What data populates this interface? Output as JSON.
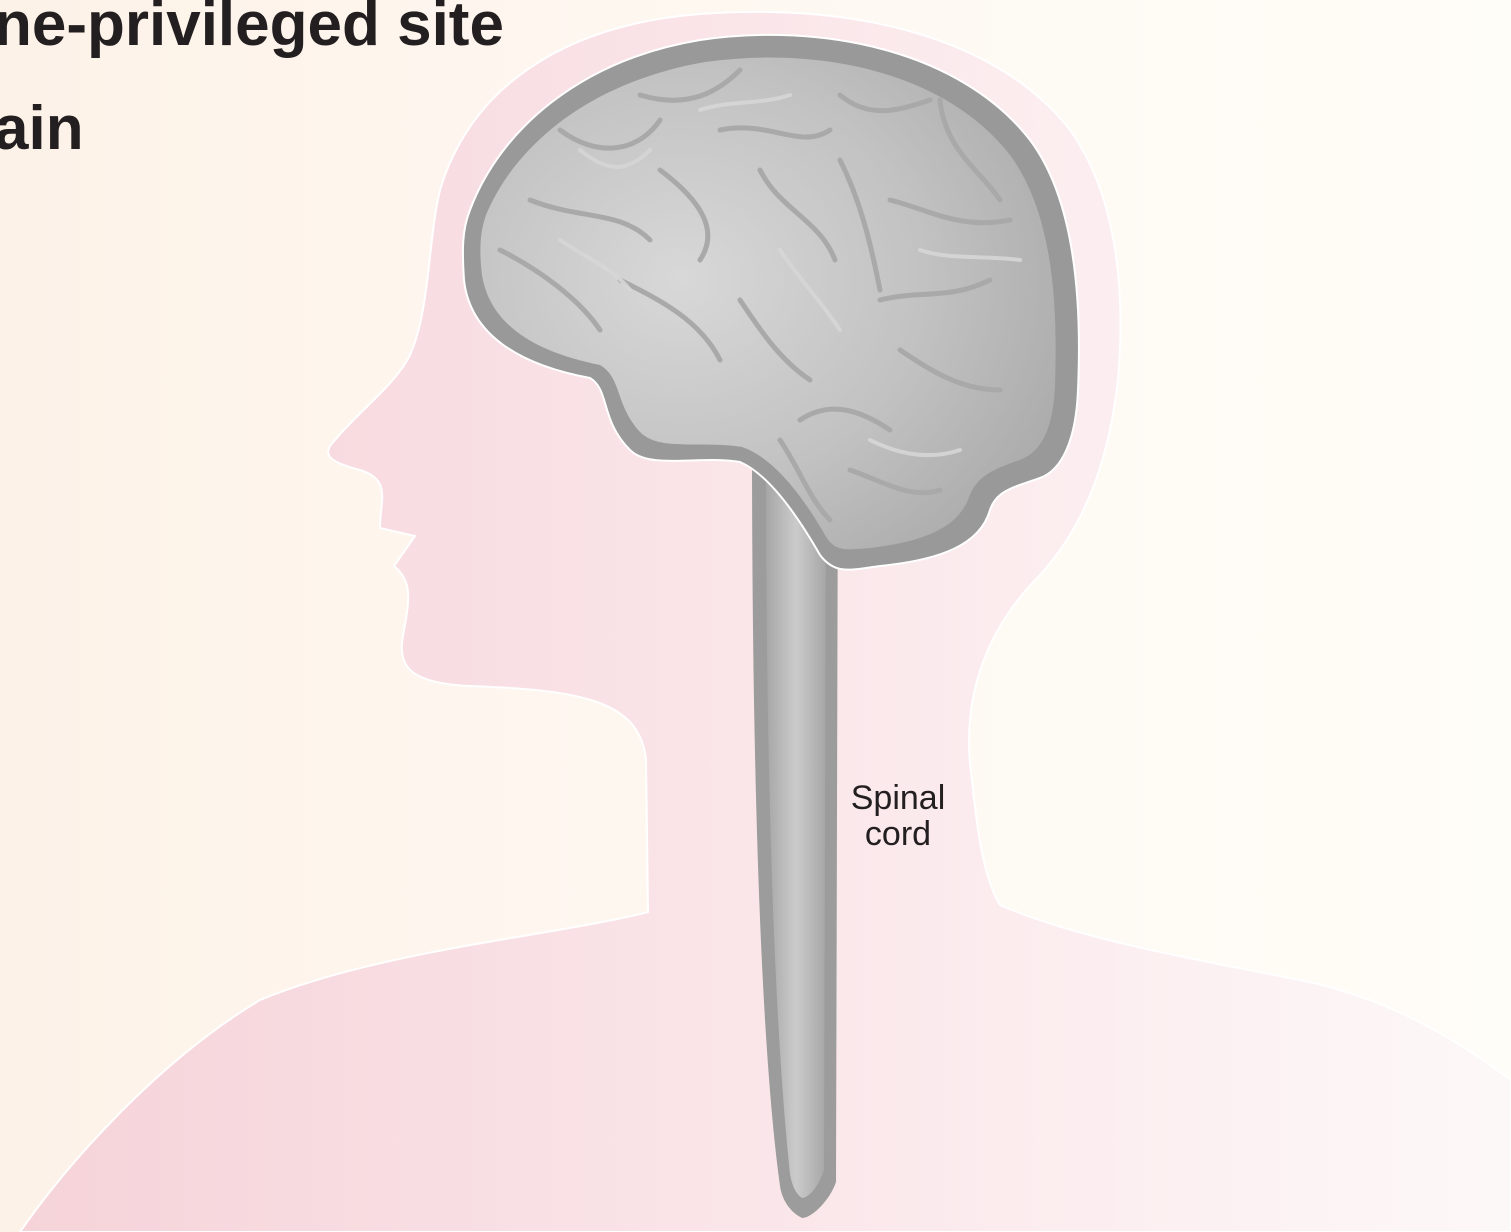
{
  "heading": {
    "line1": "ne-privileged site",
    "line2": "ain"
  },
  "labels": {
    "spinal_cord_line1": "Spinal",
    "spinal_cord_line2": "cord"
  },
  "colors": {
    "background": "#fef7f0",
    "silhouette": "#f9dde2",
    "brain_outer": "#9b9b9b",
    "brain_inner": "#c4c4c4",
    "text": "#231f20"
  }
}
